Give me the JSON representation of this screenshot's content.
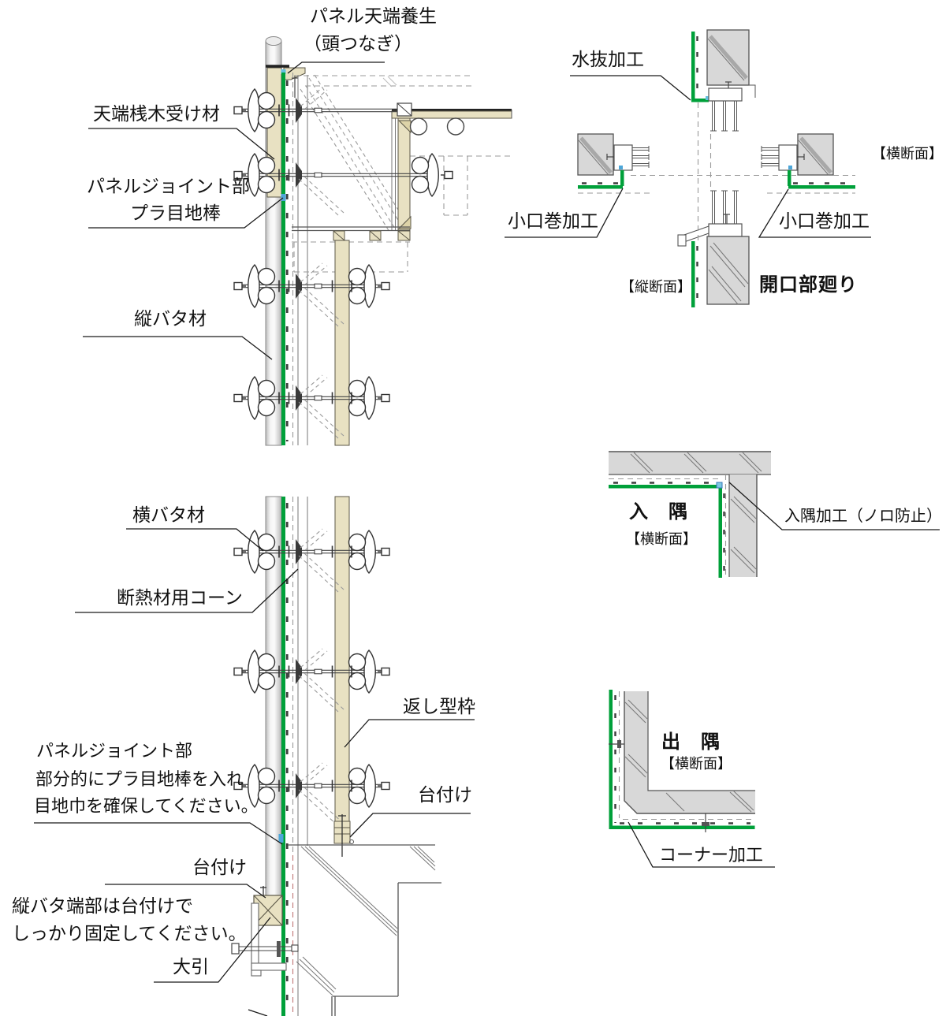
{
  "wall": {
    "panel_top_care_1": "パネル天端養生",
    "panel_top_care_2": "（頭つなぎ）",
    "top_batten_receiver": "天端桟木受け材",
    "panel_joint": "パネルジョイント部",
    "plastic_joint_bar": "プラ目地棒",
    "vertical_waler": "縦バタ材",
    "horizontal_waler": "横バタ材",
    "insulation_cone": "断熱材用コーン",
    "return_form": "返し型枠",
    "base_mount_upper": "台付け",
    "base_mount_lower": "台付け",
    "sleeper": "大引",
    "joint_note_1": "パネルジョイント部",
    "joint_note_2": "部分的にプラ目地棒を入れ",
    "joint_note_3": "目地巾を確保してください。",
    "fix_note_1": "縦バタ端部は台付けで",
    "fix_note_2": "しっかり固定してください。"
  },
  "opening": {
    "title": "開口部廻り",
    "water_drain": "水抜加工",
    "edge_wrap_left": "小口巻加工",
    "edge_wrap_right": "小口巻加工",
    "cross_section_caption": "【横断面】",
    "vertical_section_caption": "【縦断面】"
  },
  "inside_corner": {
    "title": "入　隅",
    "caption": "【横断面】",
    "processing_label": "入隅加工（ノロ防止）"
  },
  "outside_corner": {
    "title": "出　隅",
    "caption": "【横断面】",
    "processing_label": "コーナー加工"
  },
  "colors": {
    "panel_green": "#00A03A",
    "wood_tan": "#E8E1C2",
    "concrete_gray": "#D8D8D8",
    "joint_blue": "#4DA6D8"
  }
}
